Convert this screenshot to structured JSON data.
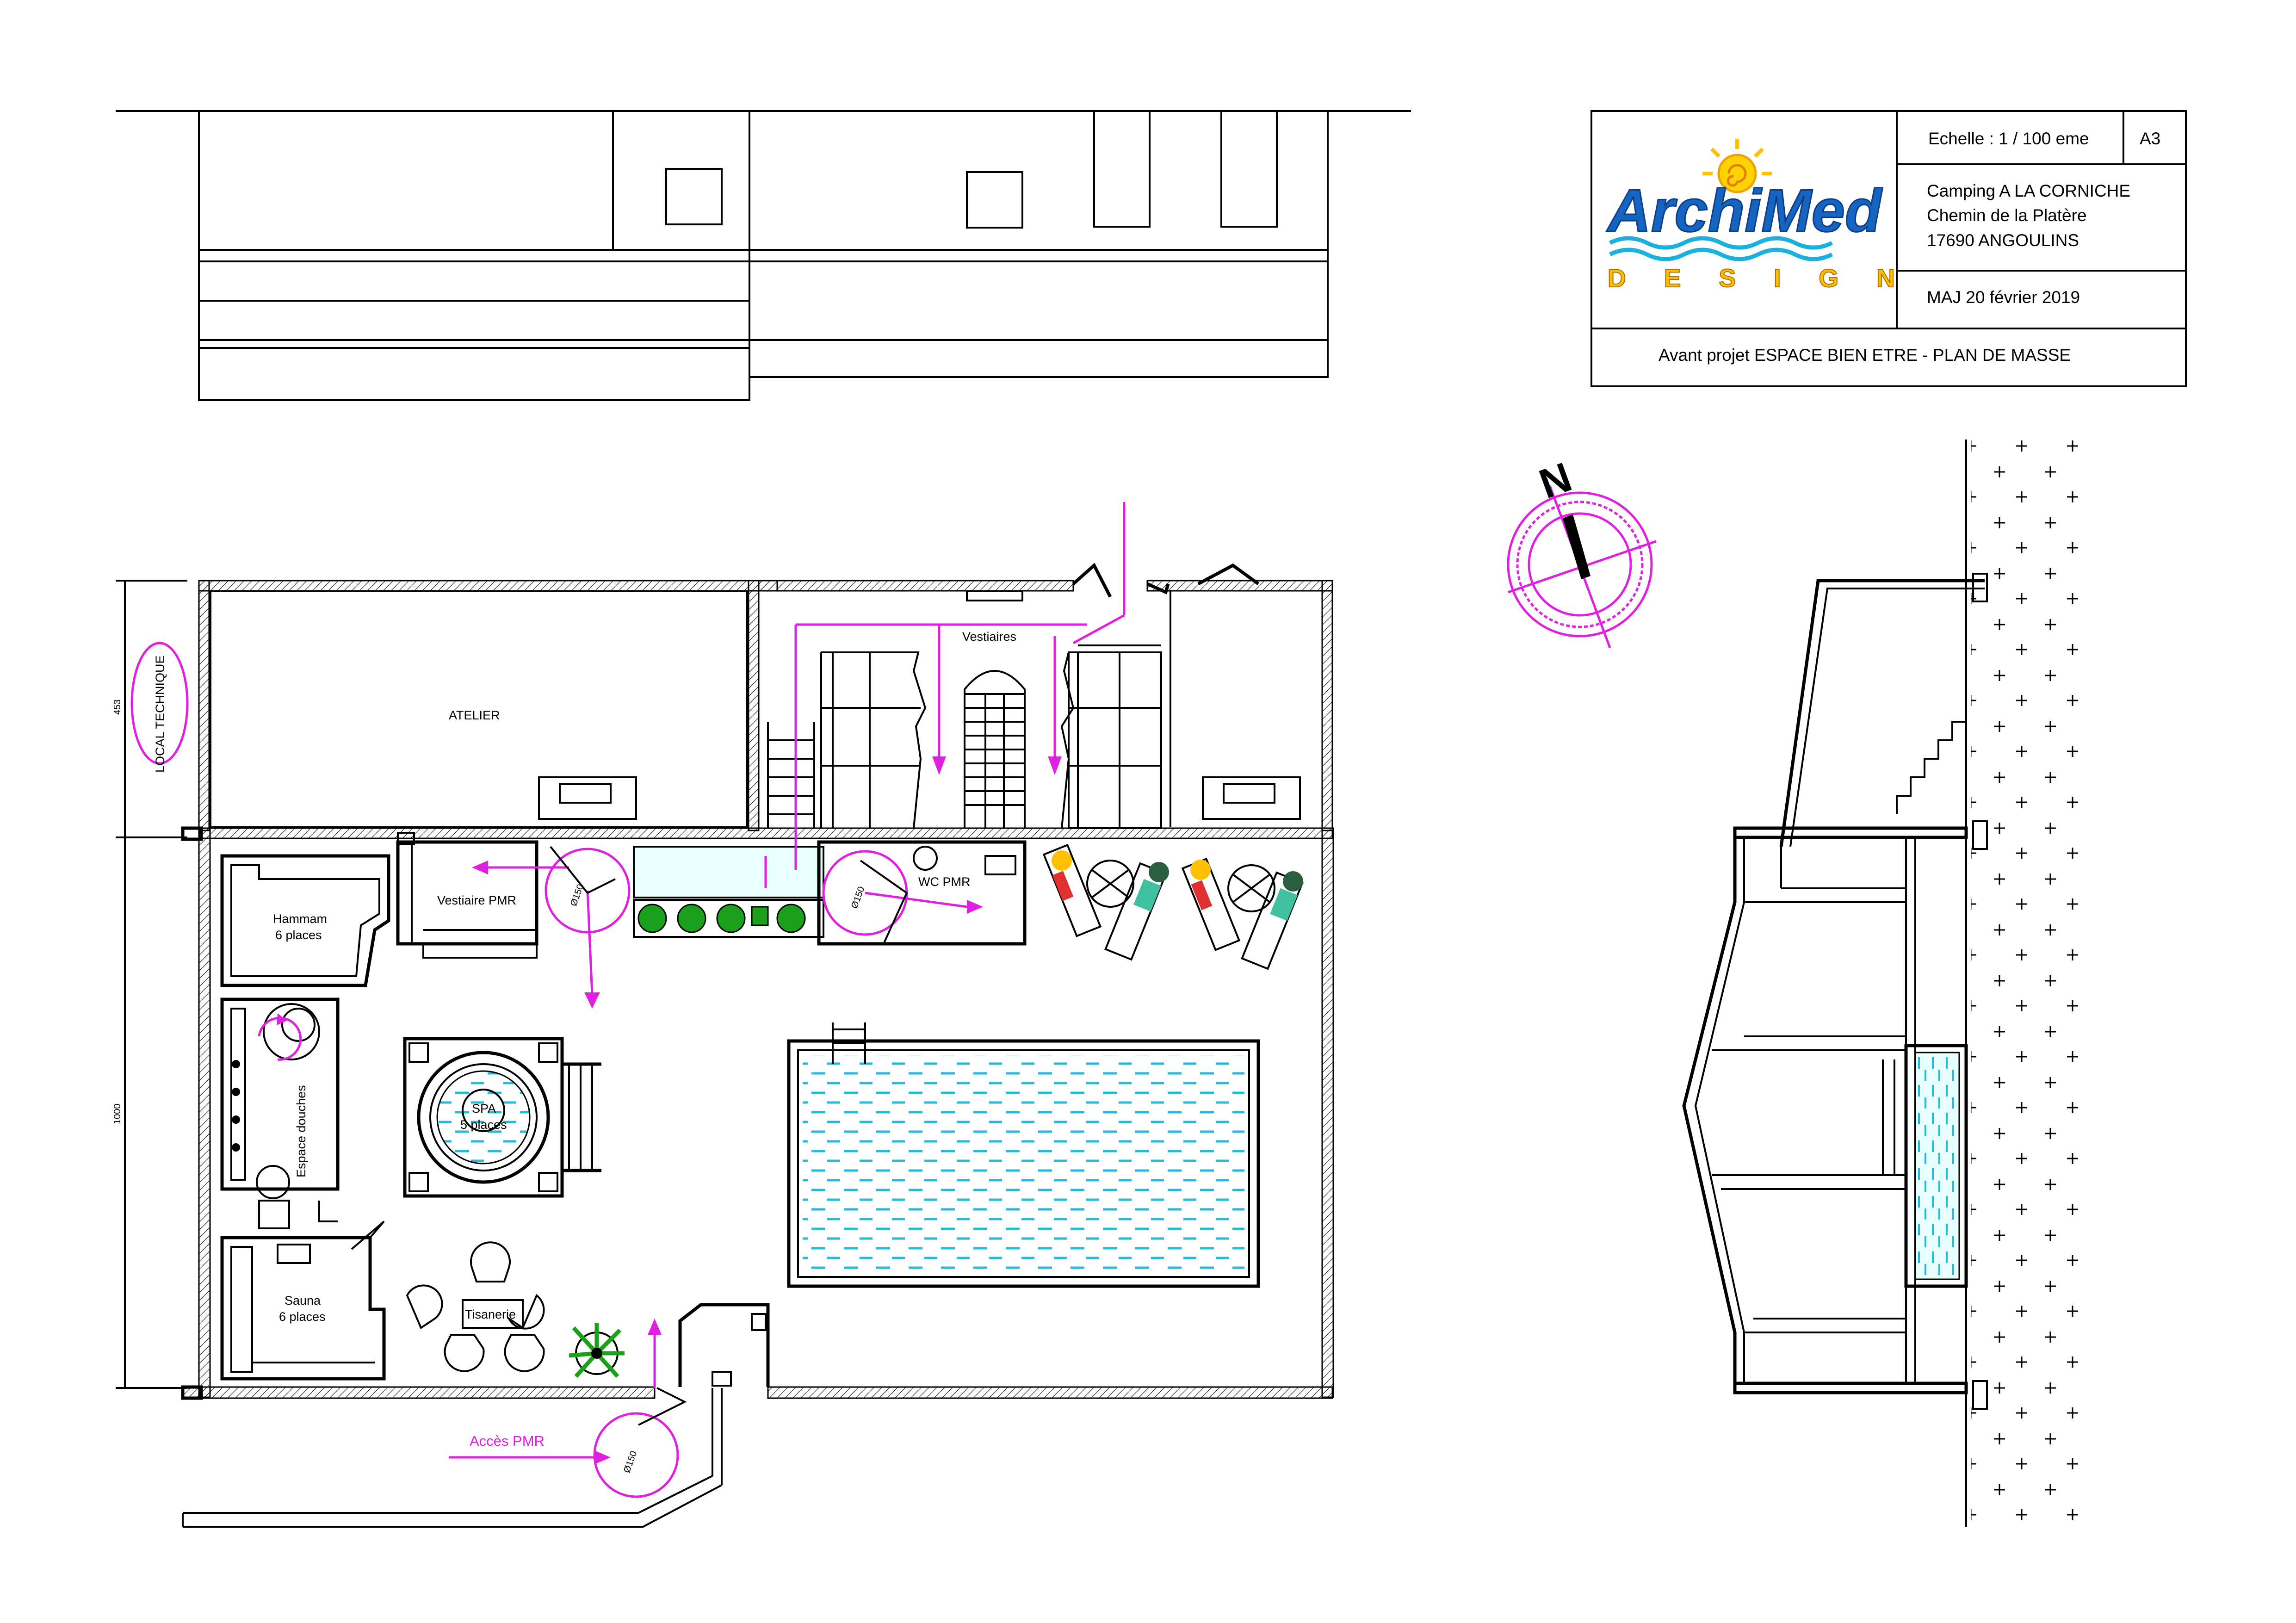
{
  "title_block": {
    "scale": "Echelle : 1 / 100 eme",
    "format": "A3",
    "client_name": "Camping A LA CORNICHE",
    "client_street": "Chemin de la Platère",
    "client_city": "17690 ANGOULINS",
    "update": "MAJ 20 février 2019",
    "project": "Avant projet ESPACE BIEN ETRE - PLAN DE MASSE",
    "logo_top": "ArchiMed",
    "logo_bottom": "DESIGN"
  },
  "compass": {
    "letter": "N"
  },
  "rooms": {
    "atelier": "ATELIER",
    "local_technique": "LOCAL TECHNIQUE",
    "vestiaires": "Vestiaires",
    "vestiaire_pmr": "Vestiaire PMR",
    "wc_pmr": "WC PMR",
    "hammam_1": "Hammam",
    "hammam_2": "6 places",
    "espace_douches": "Espace douches",
    "spa_1": "SPA",
    "spa_2": "5 places",
    "sauna_1": "Sauna",
    "sauna_2": "6 places",
    "tisanerie": "Tisanerie",
    "acces_pmr": "Accès PMR"
  },
  "dimensions": {
    "upper": "453",
    "lower": "1000"
  },
  "door_marks": {
    "d1": "Ø150",
    "d2": "Ø150",
    "d3": "Ø150"
  },
  "colors": {
    "annotation": "#e020e0",
    "water": "#22bbdd",
    "line": "#000000"
  }
}
